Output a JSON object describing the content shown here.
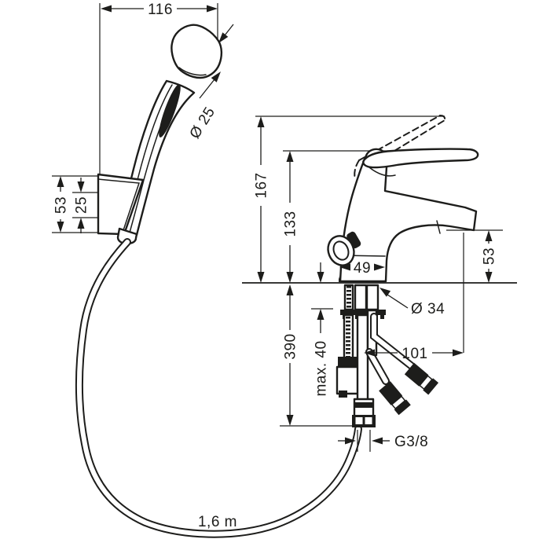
{
  "drawing": {
    "dimensions": {
      "holder_projection": "116",
      "handle_diameter": "Ø 25",
      "holder_height": "53",
      "holder_spacing": "25",
      "height_open_lever": "167",
      "height_closed_lever": "133",
      "base_width": "49",
      "spout_height": "53",
      "hole_diameter": "Ø 34",
      "spout_reach": "101",
      "connection_length": "390",
      "max_deck_thickness": "max. 40",
      "thread_size": "G3/8",
      "hose_length": "1,6 m"
    },
    "colors": {
      "line": "#1d1d1b",
      "background": "#ffffff"
    }
  }
}
